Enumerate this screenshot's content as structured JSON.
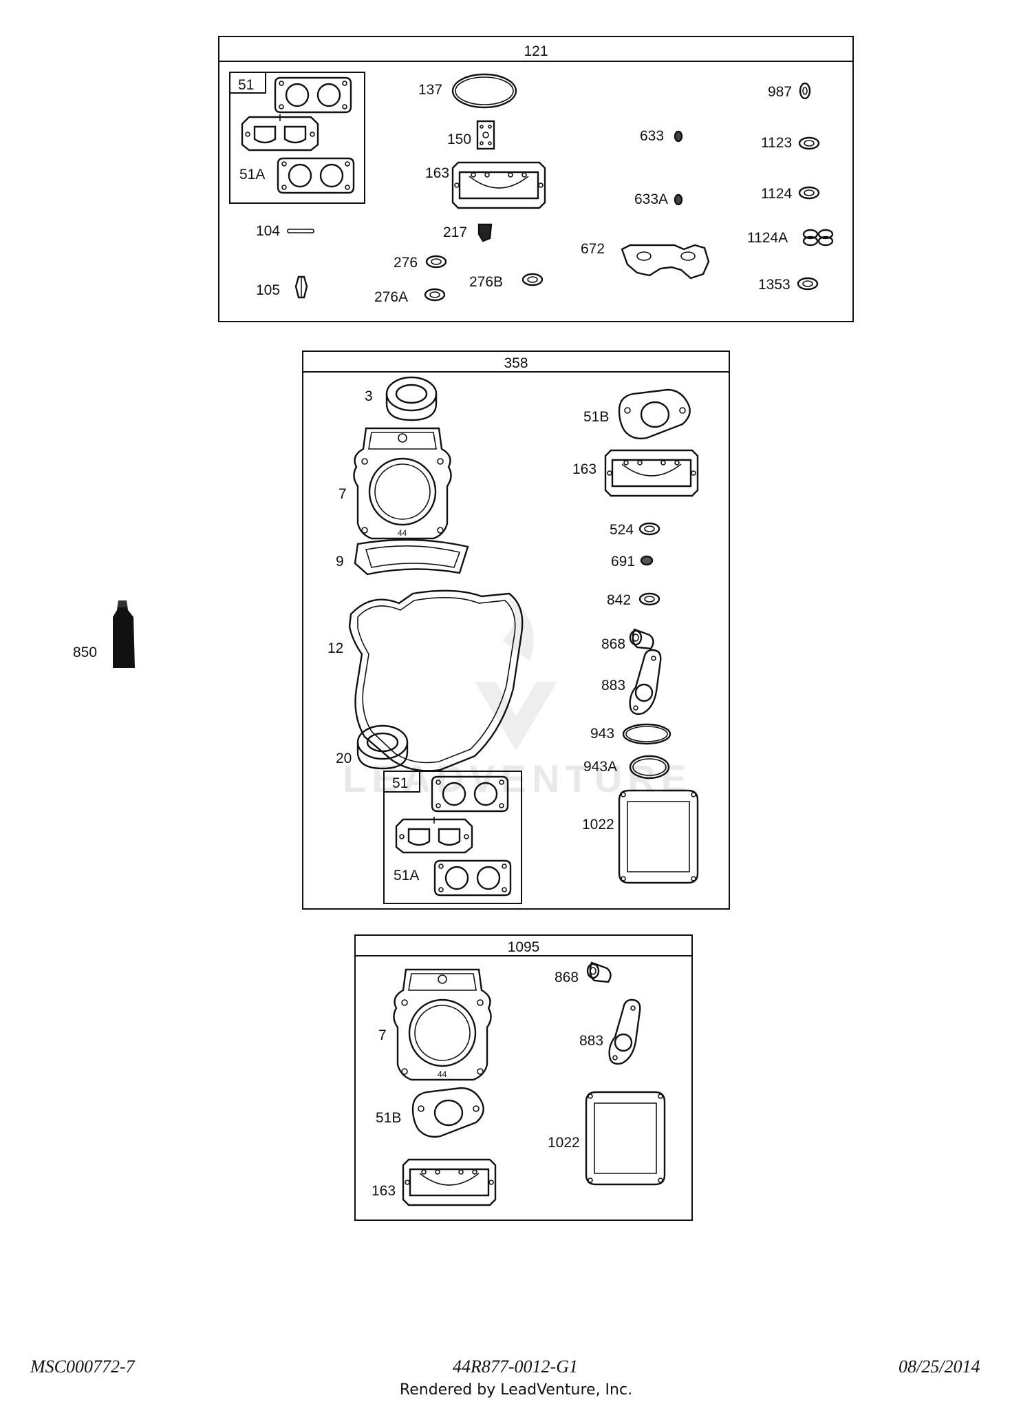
{
  "kits": {
    "k121": {
      "title": "121",
      "inner_51": {
        "title": "51",
        "label_51a": "51A"
      },
      "labels": {
        "p137": "137",
        "p150": "150",
        "p163": "163",
        "p217": "217",
        "p104": "104",
        "p105": "105",
        "p276": "276",
        "p276a": "276A",
        "p276b": "276B",
        "p633": "633",
        "p633a": "633A",
        "p672": "672",
        "p987": "987",
        "p1123": "1123",
        "p1124": "1124",
        "p1124a": "1124A",
        "p1353": "1353"
      }
    },
    "k358": {
      "title": "358",
      "inner_51": {
        "title": "51",
        "label_51a": "51A"
      },
      "labels": {
        "p3": "3",
        "p7": "7",
        "p9": "9",
        "p12": "12",
        "p20": "20",
        "p51b": "51B",
        "p163": "163",
        "p524": "524",
        "p691": "691",
        "p842": "842",
        "p868": "868",
        "p883": "883",
        "p943": "943",
        "p943a": "943A",
        "p1022": "1022"
      }
    },
    "k1095": {
      "title": "1095",
      "labels": {
        "p7": "7",
        "p51b": "51B",
        "p163": "163",
        "p868": "868",
        "p883": "883",
        "p1022": "1022"
      }
    }
  },
  "standalone": {
    "p850": "850"
  },
  "watermark": "LEADVENTURE",
  "footer": {
    "left": "MSC000772-7",
    "center": "44R877-0012-G1",
    "right": "08/25/2014",
    "render_note": "Rendered by LeadVenture, Inc."
  }
}
